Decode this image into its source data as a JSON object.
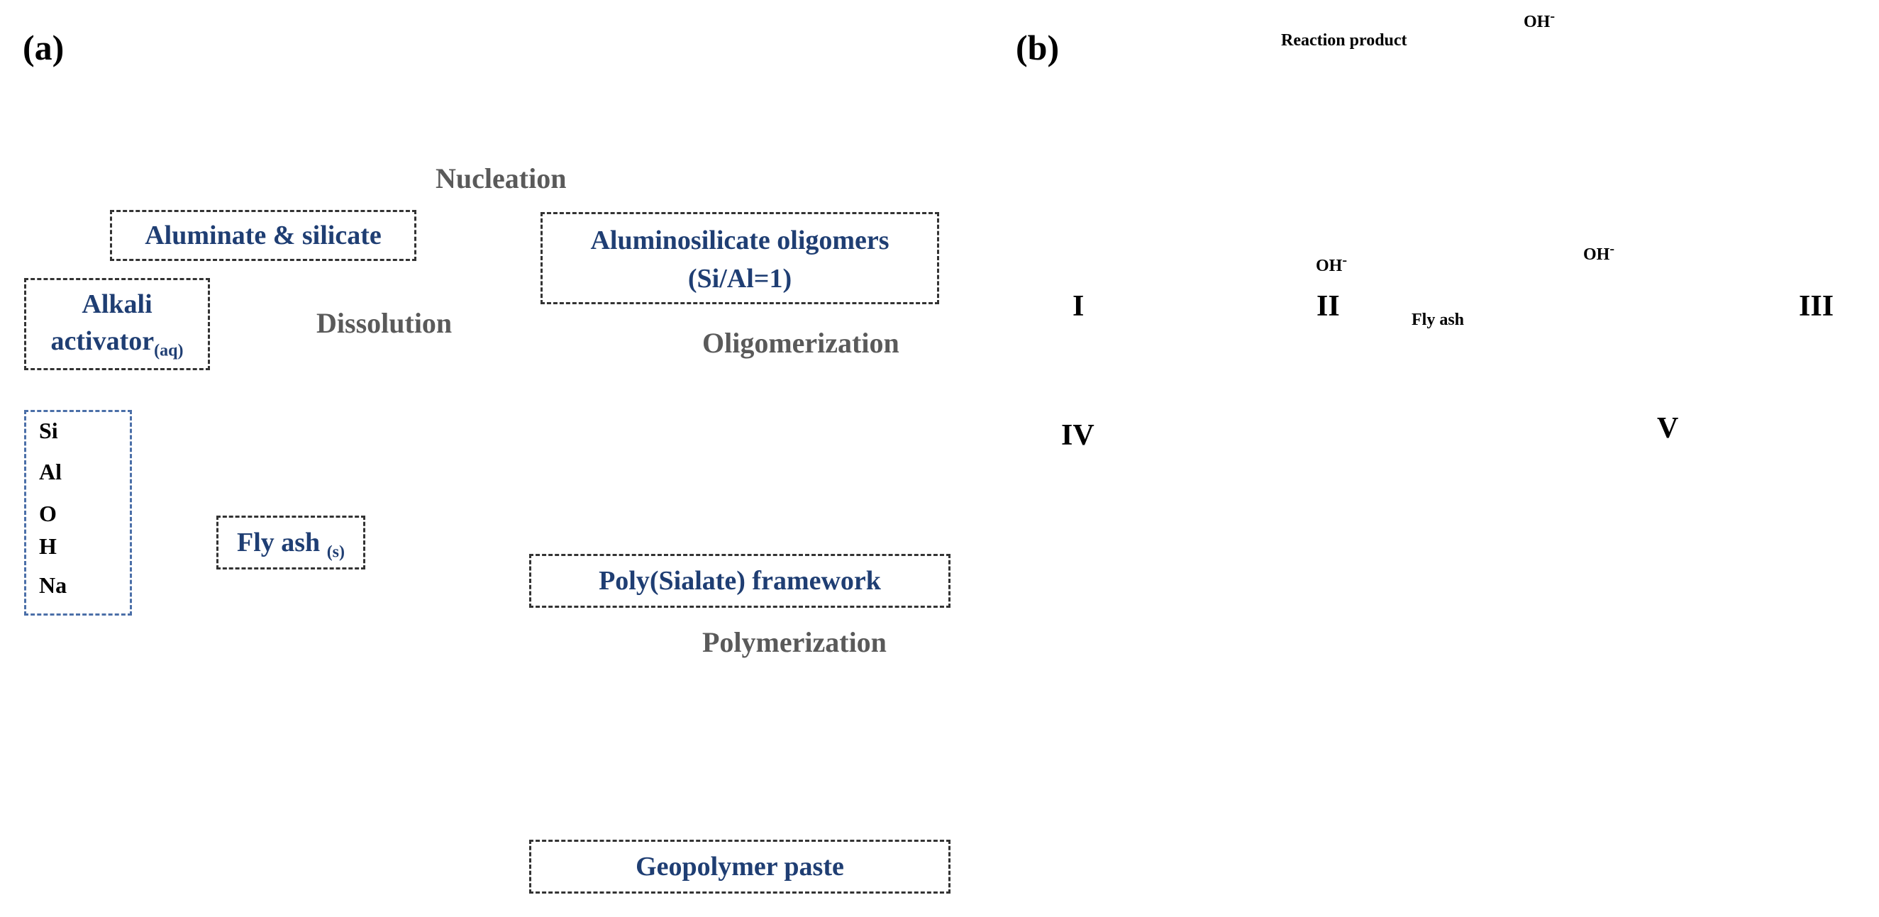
{
  "panel_a": {
    "letter": "(a)",
    "boxes": {
      "aluminate": "Aluminate & silicate",
      "oligomers_line1": "Aluminosilicate oligomers",
      "oligomers_line2": "(Si/Al=1)",
      "alkali_line1": "Alkali",
      "alkali_line2": "activator",
      "alkali_sub": "(aq)",
      "flyash": "Fly ash ",
      "flyash_sub": "(s)",
      "framework": "Poly(Sialate) framework",
      "paste": "Geopolymer paste"
    },
    "steps": {
      "nucleation": "Nucleation",
      "dissolution": "Dissolution",
      "oligomerization": "Oligomerization",
      "polymerization": "Polymerization"
    },
    "legend": [
      {
        "label": "Si",
        "color": "#2e8b3e"
      },
      {
        "label": "Al",
        "color": "#6a63a8"
      },
      {
        "label": "O",
        "color": "#e0713a"
      },
      {
        "label": "H",
        "color": "#3e4a6a"
      },
      {
        "label": "Na",
        "color": "#e9b100"
      }
    ]
  },
  "panel_b": {
    "letter": "(b)",
    "stages": {
      "i": "I",
      "ii": "II",
      "iii": "III",
      "iv": "IV",
      "v": "V"
    },
    "labels": {
      "reaction_product": "Reaction product",
      "fly_ash": "Fly ash",
      "oh": "OH",
      "oh_sup": "-"
    }
  },
  "colors": {
    "navy": "#163f6e",
    "blue": "#2f78b4",
    "light_blue": "#58b6e6",
    "step_arrow": "#a9d4ea"
  }
}
